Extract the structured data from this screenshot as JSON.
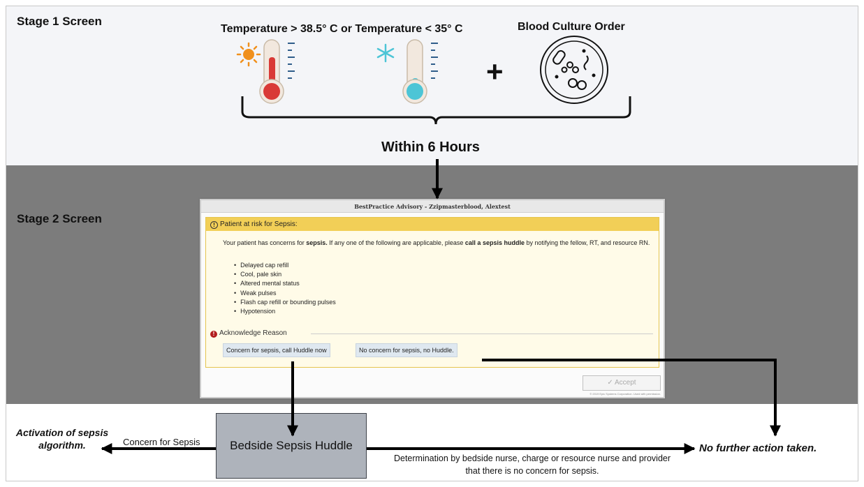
{
  "stage1": {
    "title": "Stage 1 Screen",
    "label_temp": "Temperature > 38.5° C or  Temperature < 35° C",
    "label_culture": "Blood Culture Order",
    "plus": "+",
    "window": "Within 6 Hours"
  },
  "stage2": {
    "title": "Stage 2 Screen",
    "bpa": {
      "title": "BestPractice Advisory - Zzipmasterblood, Alextest",
      "header": "Patient at risk for Sepsis:",
      "message": {
        "part1": "Your patient has concerns for ",
        "bold1": "sepsis.",
        "part2": " If any one of the following are applicable, please ",
        "bold2": "call a sepsis huddle",
        "part3": " by notifying the fellow, RT, and resource RN."
      },
      "criteria": [
        "Delayed cap refill",
        "Cool, pale skin",
        "Altered mental status",
        "Weak pulses",
        "Flash cap refill or bounding pulses",
        "Hypotension"
      ],
      "ack_label": "Acknowledge Reason",
      "option_concern": "Concern for sepsis, call Huddle now",
      "option_no_concern": "No concern for sepsis, no Huddle.",
      "accept": "Accept",
      "copyright": "© 2019 Epic Systems Corporation. Used with permission."
    }
  },
  "stage3": {
    "huddle": "Bedside Sepsis Huddle",
    "activation": "Activation of sepsis algorithm.",
    "concern_label": "Concern for Sepsis",
    "no_action": "No further action taken.",
    "determination": "Determination by bedside nurse, charge or resource nurse and provider that there is no concern for sepsis."
  },
  "colors": {
    "stage1_bg": "#f4f5f8",
    "stage2_bg": "#7c7c7c",
    "huddle_fill": "#aeb3bb",
    "bpa_header": "#f2cf57",
    "hot_red": "#d93a36",
    "cold_teal": "#4dc5d6",
    "sun_orange": "#f0901c"
  },
  "icons": [
    "sun-icon",
    "thermometer-hot-icon",
    "snowflake-icon",
    "thermometer-cold-icon",
    "petri-dish-icon"
  ]
}
